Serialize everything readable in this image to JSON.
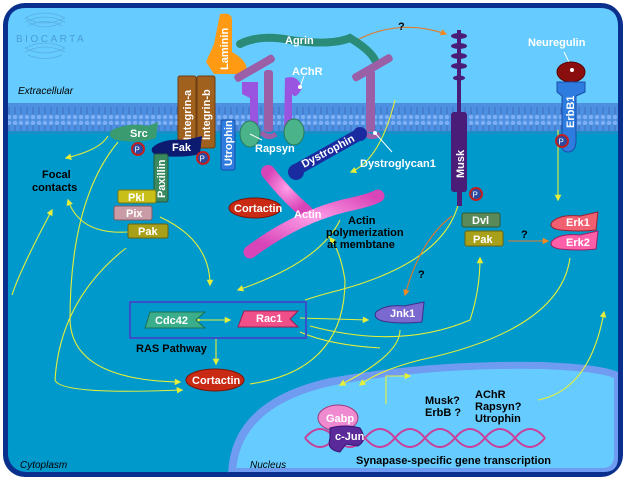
{
  "logo": {
    "text": "BIOCARTA"
  },
  "compartments": {
    "extracellular": "Extracellular",
    "cytoplasm": "Cytoplasm",
    "nucleus": "Nucleus"
  },
  "colors": {
    "frame": "#0a2f8c",
    "extracellular_bg": "#66ccff",
    "cytoplasm_bg": "#0099cc",
    "nucleus_bg": "#66ccff",
    "arrow": "#e5ef3a",
    "uncertain_arrow": "#e07a2a"
  },
  "molecules": {
    "laminin": "Laminin",
    "agrin": "Agrin",
    "achr": "AChR",
    "rapsyn": "Rapsyn",
    "dystrophin": "Dystrophin",
    "dystroglycan1": "Dystroglycan1",
    "integrin_a": "Integrin-a",
    "integrin_b": "Integrin-b",
    "utrophin": "Utrophin",
    "src": "Src",
    "fak": "Fak",
    "paxillin": "Paxillin",
    "pkl": "Pkl",
    "pix": "Pix",
    "pak_left": "Pak",
    "cortactin_top": "Cortactin",
    "actin": "Actin",
    "musk": "Musk",
    "dvl": "Dvl",
    "pak_right": "Pak",
    "neuregulin": "Neuregulin",
    "erbb1": "ErbB1",
    "erk1": "Erk1",
    "erk2": "Erk2",
    "cdc42": "Cdc42",
    "rac1": "Rac1",
    "jnk1": "Jnk1",
    "cortactin_bottom": "Cortactin",
    "gabp": "Gabp",
    "cjun": "c-Jun",
    "phospho": "P"
  },
  "annotations": {
    "focal_contacts": [
      "Focal",
      "contacts"
    ],
    "actin_polymerization": [
      "Actin",
      "polymerization",
      "at membtane"
    ],
    "ras_pathway": "RAS Pathway",
    "genes_left": [
      "Musk?",
      "ErbB ?"
    ],
    "genes_right": [
      "AChR",
      "Rapsyn?",
      "Utrophin"
    ],
    "transcription": "Synapase-specific gene transcription",
    "question": "?"
  }
}
